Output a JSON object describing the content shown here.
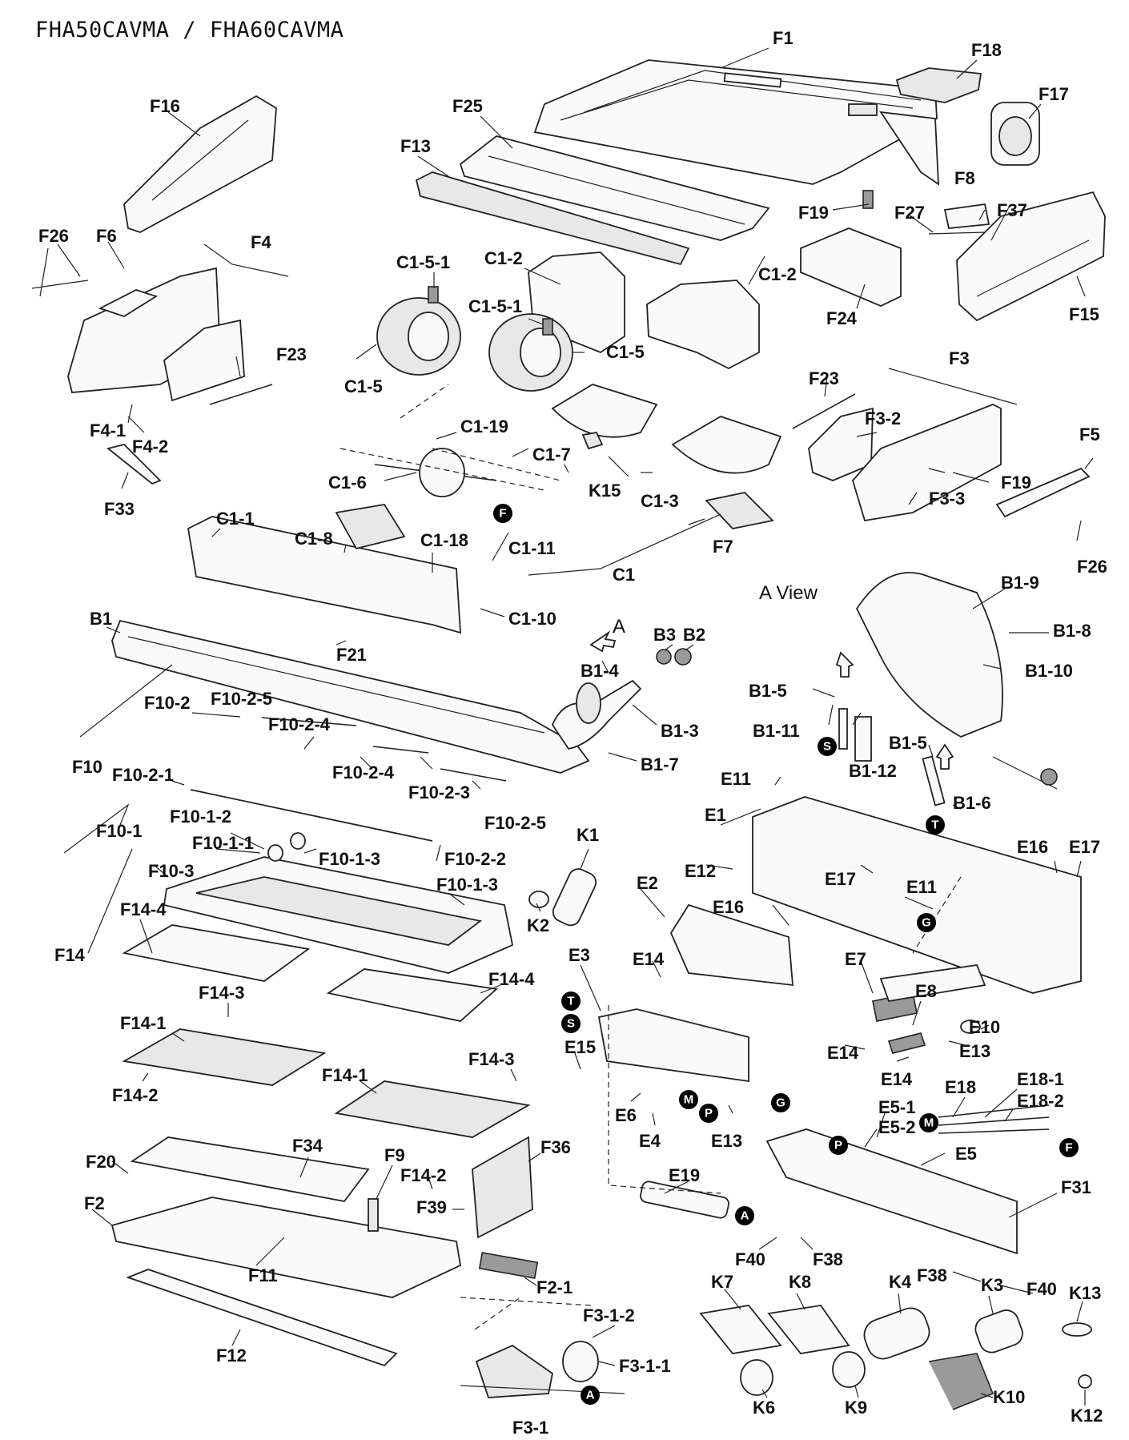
{
  "title": "FHA50CAVMA / FHA60CAVMA",
  "view_label": "A View",
  "view_arrow_label": "A",
  "labels": {
    "F1": "F1",
    "F18": "F18",
    "F17": "F17",
    "F16": "F16",
    "F25": "F25",
    "F13": "F13",
    "F19a": "F19",
    "F27": "F27",
    "F8": "F8",
    "F37": "F37",
    "F26a": "F26",
    "F6": "F6",
    "F4": "F4",
    "C1-5-1a": "C1-5-1",
    "C1-2a": "C1-2",
    "C1-2b": "C1-2",
    "F24": "F24",
    "F15": "F15",
    "C1-5-1b": "C1-5-1",
    "C1-5a": "C1-5",
    "C1-5b": "C1-5",
    "F23a": "F23",
    "F4-1": "F4-1",
    "F4-2": "F4-2",
    "F3": "F3",
    "F23b": "F23",
    "F3-2": "F3-2",
    "C1-19": "C1-19",
    "C1-7": "C1-7",
    "F5": "F5",
    "F19b": "F19",
    "F33": "F33",
    "C1-6": "C1-6",
    "K15": "K15",
    "C1-3": "C1-3",
    "F3-3": "F3-3",
    "F26b": "F26",
    "C1-1": "C1-1",
    "C1-8": "C1-8",
    "C1-18": "C1-18",
    "C1-11": "C1-11",
    "F7": "F7",
    "C1": "C1",
    "B1-9": "B1-9",
    "C1-10": "C1-10",
    "B1": "B1",
    "B3": "B3",
    "B2": "B2",
    "B1-8": "B1-8",
    "F21": "F21",
    "B1-10": "B1-10",
    "B1-4": "B1-4",
    "B1-5a": "B1-5",
    "B1-3": "B1-3",
    "B1-11": "B1-11",
    "F10-2": "F10-2",
    "F10-2-5a": "F10-2-5",
    "F10-2-4a": "F10-2-4",
    "B1-7": "B1-7",
    "B1-12": "B1-12",
    "B1-5b": "B1-5",
    "F10": "F10",
    "F10-2-1": "F10-2-1",
    "F10-2-4b": "F10-2-4",
    "F10-2-3": "F10-2-3",
    "E11a": "E11",
    "F10-2-5b": "F10-2-5",
    "B1-6": "B1-6",
    "F10-1": "F10-1",
    "F10-1-2": "F10-1-2",
    "E1": "E1",
    "K1": "K1",
    "F10-1-1": "F10-1-1",
    "F10-1-3a": "F10-1-3",
    "F10-2-2": "F10-2-2",
    "E16a": "E16",
    "E17a": "E17",
    "F10-3": "F10-3",
    "E12": "E12",
    "E17b": "E17",
    "F10-1-3b": "F10-1-3",
    "E2": "E2",
    "E11b": "E11",
    "F14-4a": "F14-4",
    "K2": "K2",
    "E16b": "E16",
    "F14": "F14",
    "E14a": "E14",
    "E7": "E7",
    "E3": "E3",
    "F14-4b": "F14-4",
    "F14-3a": "F14-3",
    "E8": "E8",
    "E10": "E10",
    "F14-1a": "F14-1",
    "E14b": "E14",
    "E13a": "E13",
    "E15": "E15",
    "F14-3b": "F14-3",
    "E14c": "E14",
    "E18": "E18",
    "E18-1": "E18-1",
    "F14-2a": "F14-2",
    "F14-1b": "F14-1",
    "E6": "E6",
    "E5-1": "E5-1",
    "E18-2": "E18-2",
    "E4": "E4",
    "E13b": "E13",
    "E5-2": "E5-2",
    "F34": "F34",
    "F36": "F36",
    "E5": "E5",
    "F20": "F20",
    "F9": "F9",
    "E19": "E19",
    "F14-2b": "F14-2",
    "F2": "F2",
    "F39": "F39",
    "F31": "F31",
    "F40a": "F40",
    "F38a": "F38",
    "F11": "F11",
    "F38b": "F38",
    "F2-1": "F2-1",
    "F40b": "F40",
    "K7": "K7",
    "K8": "K8",
    "K4": "K4",
    "K3": "K3",
    "K13": "K13",
    "F3-1-2": "F3-1-2",
    "F12": "F12",
    "F3-1-1": "F3-1-1",
    "K6": "K6",
    "K9": "K9",
    "K10": "K10",
    "F3-1": "F3-1",
    "K12": "K12"
  },
  "connector_marks": {
    "F": "F",
    "S": "S",
    "T": "T",
    "G": "G",
    "M": "M",
    "P": "P",
    "A": "A"
  }
}
